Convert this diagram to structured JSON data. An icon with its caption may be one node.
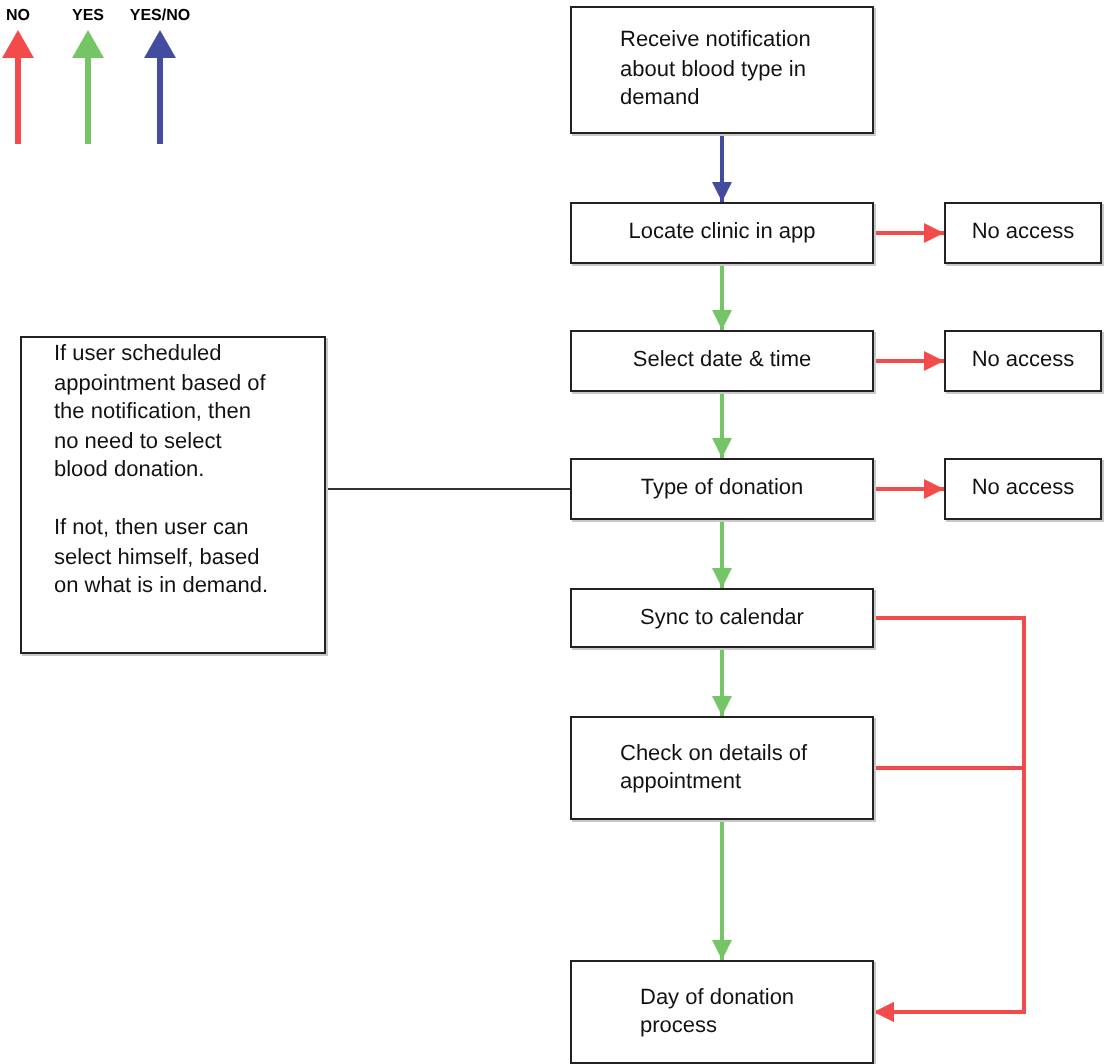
{
  "diagram": {
    "nodes": [
      {
        "text": [
          "Receive notification about blood type in demand"
        ]
      },
      {
        "text": [
          "Locate clinic in app"
        ]
      },
      {
        "text": [
          "No access"
        ]
      },
      {
        "text": [
          "Select date & time"
        ]
      },
      {
        "text": [
          "No access"
        ]
      },
      {
        "text": [
          "If user scheduled appointment based of the notification, then no need to select blood donation.",
          "If not, then user can select himself, based on what is in demand."
        ]
      },
      {
        "text": [
          "Type of donation"
        ]
      },
      {
        "text": [
          "No access"
        ]
      },
      {
        "text": [
          "Sync to calendar"
        ]
      },
      {
        "text": [
          "Check on details of appointment"
        ]
      },
      {
        "text": [
          "Day of donation process"
        ]
      }
    ],
    "edges": [
      {
        "from": 0,
        "to": 1,
        "arrow": "to",
        "color": "#434d9f"
      },
      {
        "from": 1,
        "to": 2,
        "arrow": "to",
        "color": "#f24b4b"
      },
      {
        "from": 1,
        "to": 3,
        "arrow": "to",
        "color": "#74c565"
      },
      {
        "from": 3,
        "to": 4,
        "arrow": "to",
        "color": "#f24b4b"
      },
      {
        "from": 3,
        "to": 6,
        "arrow": "to",
        "color": "#74c565"
      },
      {
        "from": 5,
        "to": 6,
        "arrow": "none",
        "color": "#333333"
      },
      {
        "from": 6,
        "to": 7,
        "arrow": "to",
        "color": "#f24b4b"
      },
      {
        "from": 6,
        "to": 8,
        "arrow": "to",
        "color": "#74c565"
      },
      {
        "from": 8,
        "to": 9,
        "arrow": "to",
        "color": "#74c565"
      },
      {
        "from": 8,
        "to": 10,
        "arrow": "to",
        "color": "#f24b4b"
      },
      {
        "from": 9,
        "to": 10,
        "arrow": "to",
        "color": "#74c565"
      },
      {
        "from": 9,
        "to": 10,
        "arrow": "to",
        "color": "#f24b4b"
      }
    ],
    "legend": [
      {
        "text": "NO",
        "color": "#f24b4b"
      },
      {
        "text": "YES",
        "color": "#74c565"
      },
      {
        "text": "YES/NO",
        "color": "#434d9f"
      }
    ]
  }
}
